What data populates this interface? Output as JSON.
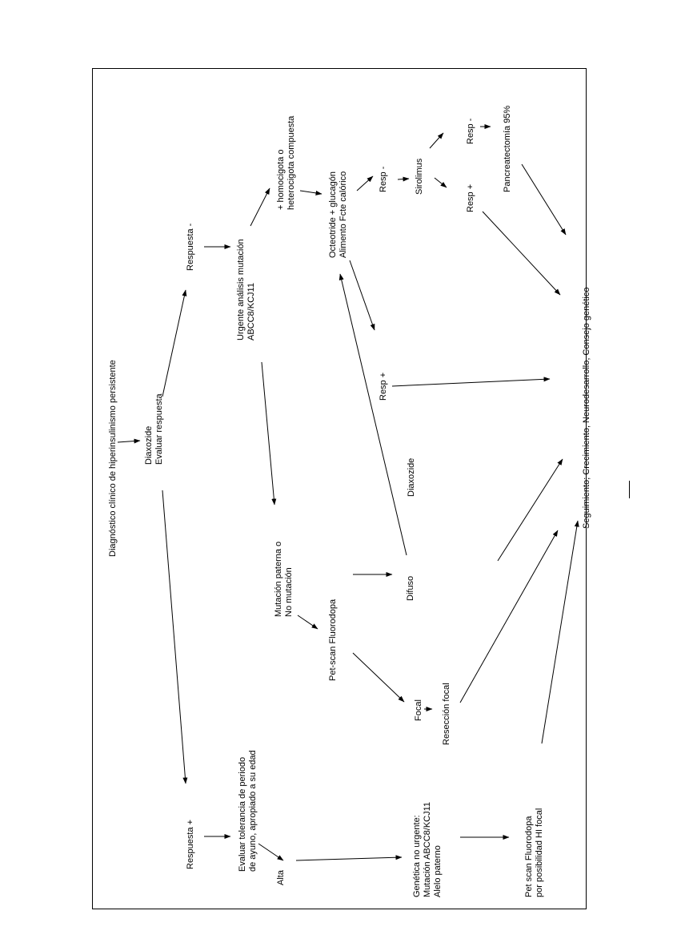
{
  "diagram": {
    "nodes": {
      "diagnostico": {
        "lines": [
          "Diagnóstico clínico de hiperinsulinismo persistente"
        ]
      },
      "diaxozide_eval": {
        "lines": [
          "Diaxozide",
          "Evaluar respuesta"
        ]
      },
      "respuesta_neg": {
        "lines": [
          "Respuesta -"
        ]
      },
      "respuesta_pos": {
        "lines": [
          "Respuesta +"
        ]
      },
      "urgente_analisis": {
        "lines": [
          "Urgente análisis mutación",
          "ABCC8/KCJ11"
        ]
      },
      "homocigota": {
        "lines": [
          "+ homocigota o",
          "heterocigota compuesta"
        ]
      },
      "octeotride": {
        "lines": [
          "Octeotride + glucagón",
          "Alimento Fcte calórico"
        ]
      },
      "resp_neg_1": {
        "lines": [
          "Resp -"
        ]
      },
      "sirolimus": {
        "lines": [
          "Sirolimus"
        ]
      },
      "resp_neg_2": {
        "lines": [
          "Resp -"
        ]
      },
      "resp_pos_1": {
        "lines": [
          "Resp +"
        ]
      },
      "pancreatectomia": {
        "lines": [
          "Pancreatectomía 95%"
        ]
      },
      "resp_pos_2": {
        "lines": [
          "Resp +"
        ]
      },
      "diaxozide_2": {
        "lines": [
          "Diaxozide"
        ]
      },
      "seguimiento": {
        "lines": [
          "Seguimiento; Crecimiento, Neurodesarrollo, Consejo genético"
        ]
      },
      "mutacion_paterna": {
        "lines": [
          "Mutación paterna o",
          "No mutación"
        ]
      },
      "pet_scan": {
        "lines": [
          "Pet-scan Fluorodopa"
        ]
      },
      "difuso": {
        "lines": [
          "Difuso"
        ]
      },
      "focal": {
        "lines": [
          "Focal"
        ]
      },
      "reseccion_focal": {
        "lines": [
          "Resección focal"
        ]
      },
      "evaluar_tolerancia": {
        "lines": [
          "Evaluar tolerancia de periodo",
          "de ayuno, apropiado a su edad"
        ]
      },
      "alta": {
        "lines": [
          "Alta"
        ]
      },
      "genetica_no_urgente": {
        "lines": [
          "Genética no urgente:",
          "Mutación ABCC8/KCJ11",
          "Alelo paterno"
        ]
      },
      "pet_scan_posibilidad": {
        "lines": [
          "Pet scan Fluorodopa",
          "por posibilidad HI focal"
        ]
      }
    },
    "edges": [
      {
        "from": "diagnostico",
        "to": "diaxozide_eval"
      },
      {
        "from": "diaxozide_eval",
        "to": "respuesta_neg"
      },
      {
        "from": "diaxozide_eval",
        "to": "respuesta_pos"
      },
      {
        "from": "respuesta_neg",
        "to": "urgente_analisis"
      },
      {
        "from": "urgente_analisis",
        "to": "homocigota"
      },
      {
        "from": "urgente_analisis",
        "to": "mutacion_paterna"
      },
      {
        "from": "homocigota",
        "to": "octeotride"
      },
      {
        "from": "octeotride",
        "to": "resp_neg_1"
      },
      {
        "from": "octeotride",
        "to": "resp_pos_2"
      },
      {
        "from": "resp_neg_1",
        "to": "sirolimus"
      },
      {
        "from": "sirolimus",
        "to": "resp_neg_2"
      },
      {
        "from": "sirolimus",
        "to": "resp_pos_1"
      },
      {
        "from": "resp_neg_2",
        "to": "pancreatectomia"
      },
      {
        "from": "pancreatectomia",
        "to": "seguimiento"
      },
      {
        "from": "resp_pos_1",
        "to": "seguimiento"
      },
      {
        "from": "resp_pos_2",
        "to": "seguimiento"
      },
      {
        "from": "mutacion_paterna",
        "to": "pet_scan"
      },
      {
        "from": "pet_scan",
        "to": "difuso"
      },
      {
        "from": "pet_scan",
        "to": "focal"
      },
      {
        "from": "difuso",
        "to": "octeotride"
      },
      {
        "from": "difuso",
        "to": "seguimiento"
      },
      {
        "from": "focal",
        "to": "reseccion_focal"
      },
      {
        "from": "reseccion_focal",
        "to": "seguimiento"
      },
      {
        "from": "respuesta_pos",
        "to": "evaluar_tolerancia"
      },
      {
        "from": "evaluar_tolerancia",
        "to": "alta"
      },
      {
        "from": "alta",
        "to": "genetica_no_urgente"
      },
      {
        "from": "genetica_no_urgente",
        "to": "pet_scan_posibilidad"
      },
      {
        "from": "pet_scan_posibilidad",
        "to": "seguimiento"
      }
    ]
  }
}
